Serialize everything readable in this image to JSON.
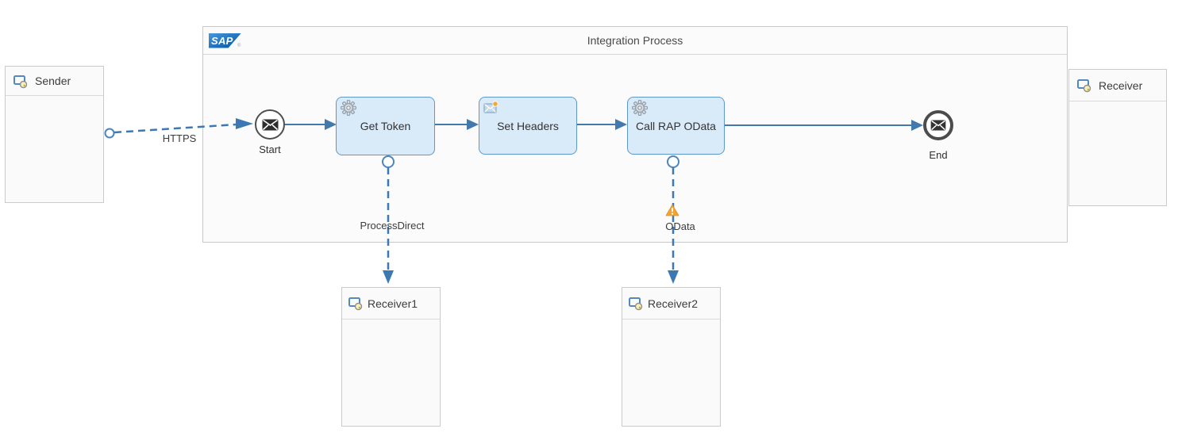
{
  "canvas": {
    "background": "#ffffff"
  },
  "pool": {
    "title": "Integration Process",
    "logo_text": "SAP"
  },
  "participants": {
    "sender": {
      "label": "Sender",
      "icon": "participant-icon"
    },
    "receiver": {
      "label": "Receiver",
      "icon": "participant-icon"
    },
    "receiver1": {
      "label": "Receiver1",
      "icon": "participant-icon"
    },
    "receiver2": {
      "label": "Receiver2",
      "icon": "participant-icon"
    }
  },
  "events": {
    "start": {
      "label": "Start",
      "icon": "envelope-icon"
    },
    "end": {
      "label": "End",
      "icon": "envelope-icon"
    }
  },
  "steps": {
    "get_token": {
      "label": "Get Token",
      "icon": "gear-icon"
    },
    "set_headers": {
      "label": "Set Headers",
      "icon": "message-icon"
    },
    "call_rap_odata": {
      "label": "Call RAP OData",
      "icon": "gear-icon"
    }
  },
  "connections": {
    "https": {
      "label": "HTTPS",
      "style": "dashed-message-flow"
    },
    "process_direct": {
      "label": "ProcessDirect",
      "style": "dashed-message-flow"
    },
    "odata": {
      "label": "OData",
      "style": "dashed-message-flow",
      "warning": true
    }
  },
  "colors": {
    "step_fill": "#d9eaf8",
    "step_border": "#5e97c9",
    "sequence_flow": "#4379ac",
    "message_flow": "#3c79b2",
    "warning": "#f2a431",
    "sap_logo_blue": "#1268b3",
    "pool_background": "#fbfbfb",
    "participant_background": "#fafafa"
  }
}
